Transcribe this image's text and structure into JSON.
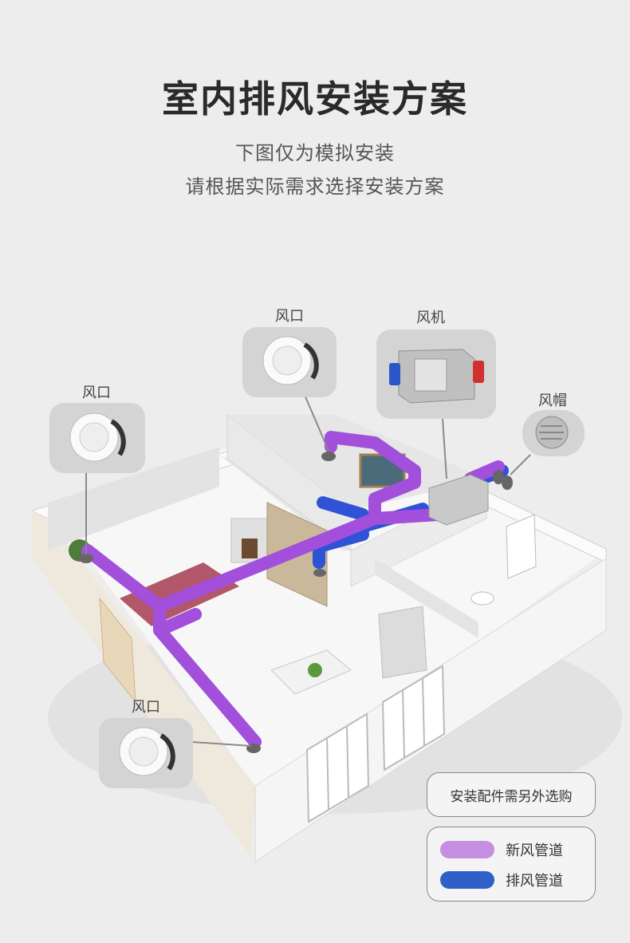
{
  "header": {
    "title": "室内排风安装方案",
    "subtitle_line1": "下图仅为模拟安装",
    "subtitle_line2": "请根据实际需求选择安装方案"
  },
  "callouts": {
    "vent_left": "风口",
    "vent_center": "风口",
    "fan": "风机",
    "hood": "风帽",
    "vent_bottom": "风口"
  },
  "note": "安装配件需另外选购",
  "legend": [
    {
      "label": "新风管道",
      "color": "#c58ee0"
    },
    {
      "label": "排风管道",
      "color": "#2f5fc8"
    }
  ],
  "colors": {
    "fresh_duct": "#a24fdc",
    "exhaust_duct": "#2f52d6"
  }
}
